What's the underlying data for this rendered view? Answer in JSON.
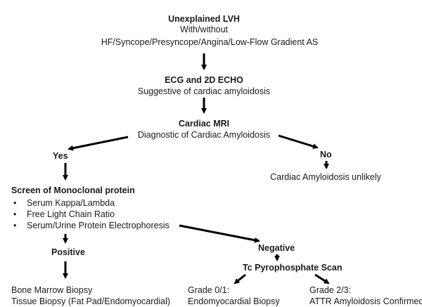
{
  "nodes": {
    "start": {
      "title": "Unexplained LVH",
      "line1": "With/without",
      "line2": "HF/Syncope/Presyncope/Angina/Low-Flow Gradient AS"
    },
    "echo": {
      "title": "ECG and 2D ECHO",
      "line1": "Suggestive of cardiac amyloidosis"
    },
    "mri": {
      "title": "Cardiac MRI",
      "line1": "Diagnostic of Cardiac Amyloidosis"
    },
    "yes": {
      "label": "Yes"
    },
    "no": {
      "label": "No",
      "result": "Cardiac Amyloidosis unlikely"
    },
    "screen": {
      "title": "Screen of Monoclonal protein",
      "bullet_char": "•",
      "items": [
        "Serum Kappa/Lambda",
        "Free Light Chain Ratio",
        "Serum/Urine Protein Electrophoresis"
      ]
    },
    "positive": {
      "label": "Positive",
      "line1": "Bone Marrow Biopsy",
      "line2": "Tissue Biopsy (Fat Pad/Endomyocardial)"
    },
    "negative": {
      "label": "Negative"
    },
    "scan": {
      "title": "Tc Pyrophosphate Scan"
    },
    "grade01": {
      "line1": "Grade 0/1:",
      "line2": "Endomyocardial Biopsy"
    },
    "grade23": {
      "line1": "Grade 2/3:",
      "line2": "ATTR Amyloidosis Confirmed"
    }
  },
  "colors": {
    "text": "#1a1a1a",
    "arrow": "#000000",
    "border": "#9a9a9a"
  }
}
